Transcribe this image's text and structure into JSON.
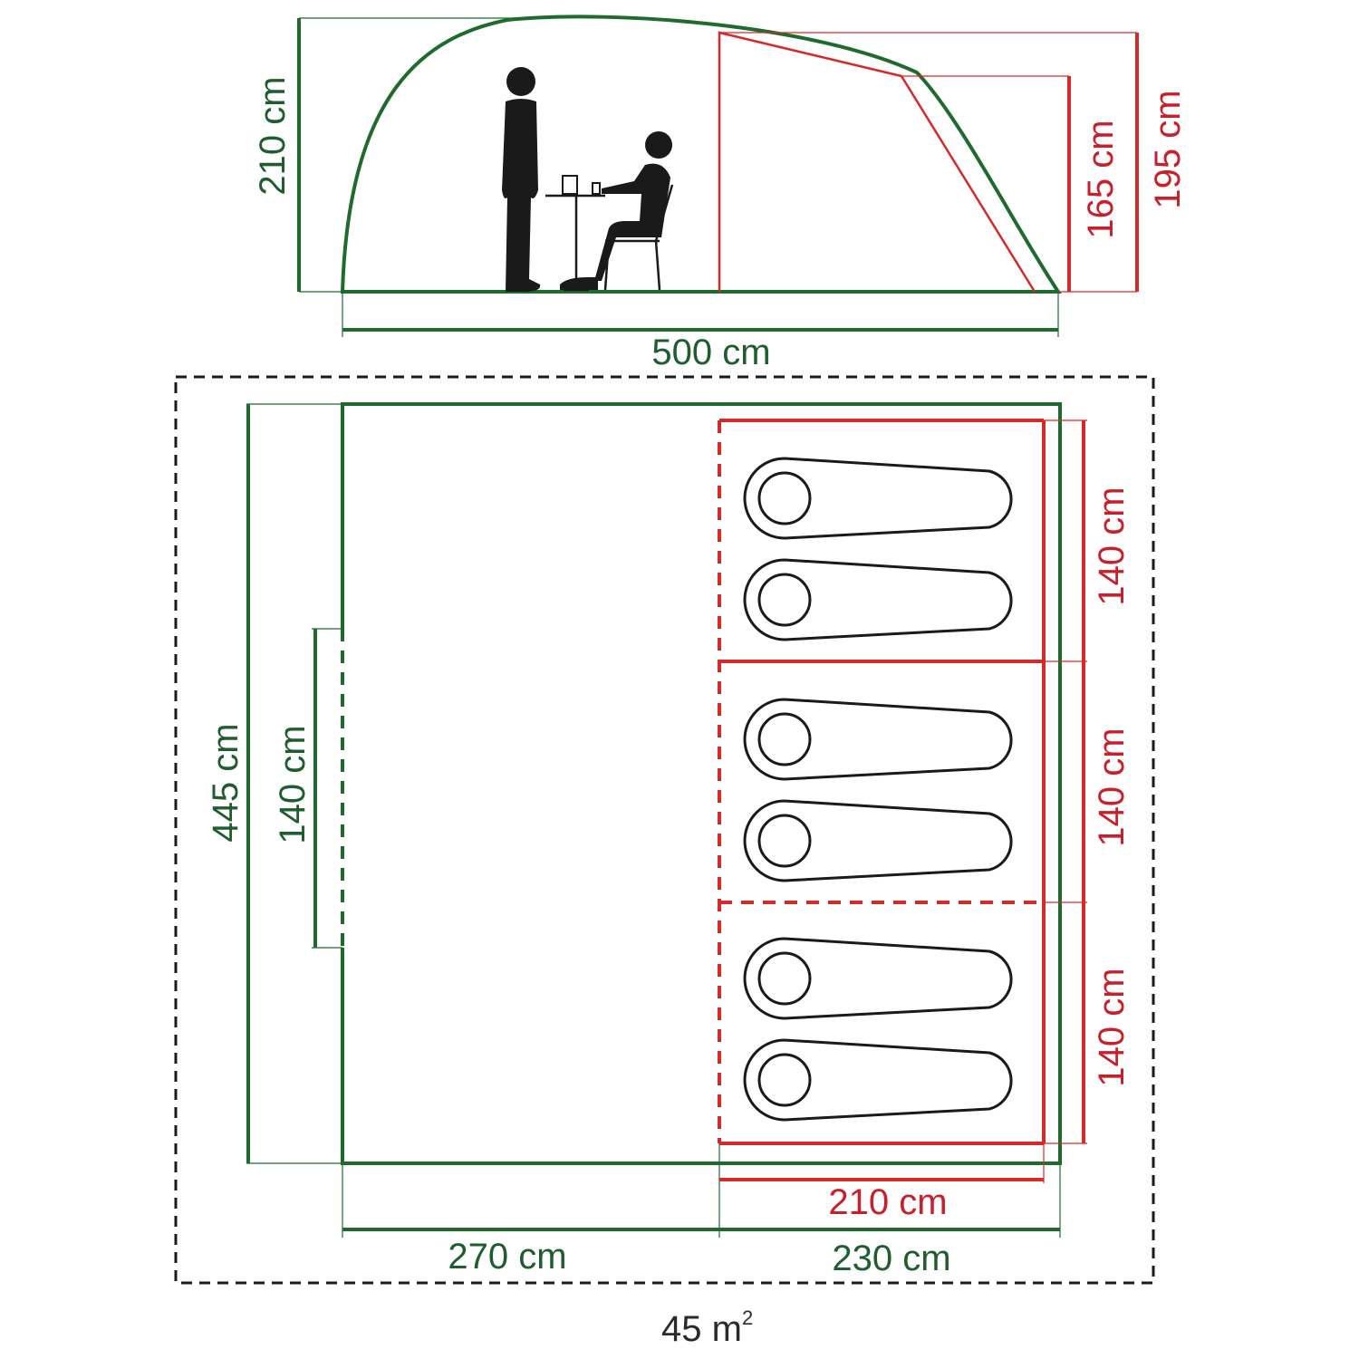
{
  "colors": {
    "green": "#1f6b2e",
    "red": "#d42a2a",
    "dark": "#1a1a1a",
    "gray": "#333333"
  },
  "side_view": {
    "height_total": "210 cm",
    "length_total": "500 cm",
    "bedroom_height_inner": "165 cm",
    "bedroom_height_outer": "195 cm",
    "icons": [
      "standing-person-icon",
      "seated-person-icon",
      "table-icon",
      "chair-icon"
    ]
  },
  "floor_plan": {
    "depth_total": "445 cm",
    "door_width": "140 cm",
    "bedroom_widths": [
      "140 cm",
      "140 cm",
      "140 cm"
    ],
    "bedroom_length": "210 cm",
    "living_length": "270 cm",
    "bedroom_section_length": "230 cm",
    "sleeping_bag_count": 6,
    "area": "45 m",
    "area_unit_sup": "2"
  }
}
